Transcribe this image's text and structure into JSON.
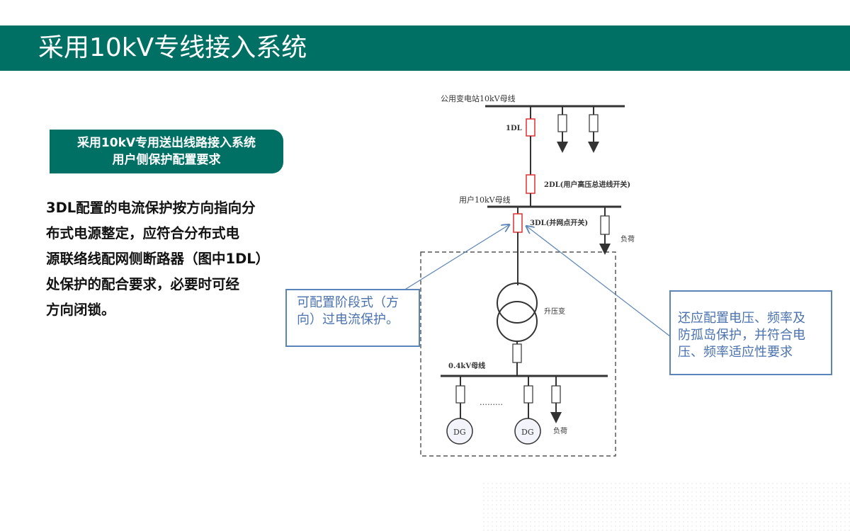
{
  "page_title": "采用10kV专线接入系统",
  "subtitle": {
    "line1": "采用10kV专用送出线路接入系统",
    "line2": "用户侧保护配置要求"
  },
  "body_text": [
    "3DL配置的电流保护按方向指向分",
    "布式电源整定，应符合分布式电",
    "源联络线配网侧断路器（图中1DL）",
    "处保护的配合要求，必要时可经",
    "方向闭锁。"
  ],
  "callouts": {
    "left": [
      "可配置阶段式（方",
      "向）过电流保护。"
    ],
    "right": [
      "还应配置电压、频率及",
      "防孤岛保护，并符合电",
      "压、频率适应性要求"
    ]
  },
  "diagram": {
    "substation_bus_label": "公用变电站10kV母线",
    "breaker_1dl": "1DL",
    "breaker_2dl": "2DL(用户高压总进线开关)",
    "user_bus_label": "用户10kV母线",
    "breaker_3dl": "3DL(并网点开关)",
    "load_label_top": "负荷",
    "transformer_label": "升压变",
    "lv_bus_label": "0.4kV母线",
    "ellipsis": "………",
    "dg_label_1": "DG",
    "dg_label_2": "DG",
    "load_label_bottom": "负荷"
  },
  "colors": {
    "brand_green": "#006f64",
    "breaker_red": "#e03030",
    "callout_blue": "#5b84b8"
  }
}
